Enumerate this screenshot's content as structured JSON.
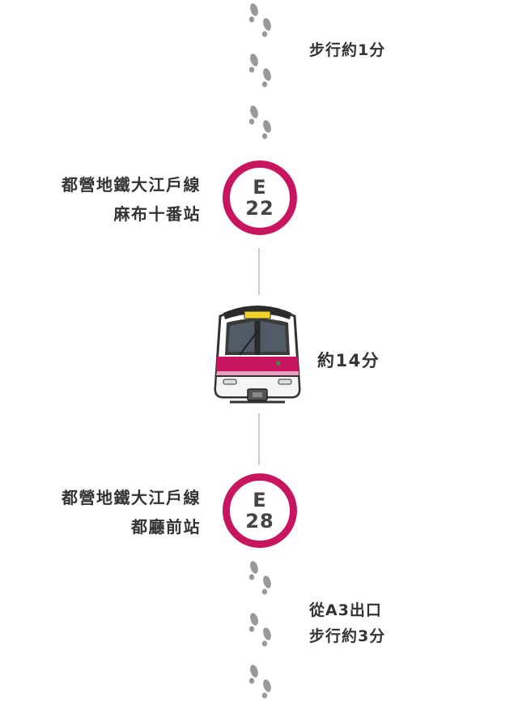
{
  "walk_before": {
    "label": "步行約1分"
  },
  "station_from": {
    "line": "都營地鐵大江戶線",
    "name": "麻布十番站",
    "code_letter": "E",
    "code_number": "22"
  },
  "ride": {
    "label": "約14分"
  },
  "station_to": {
    "line": "都營地鐵大江戶線",
    "name": "都廳前站",
    "code_letter": "E",
    "code_number": "28"
  },
  "walk_after": {
    "exit": "從A3出口",
    "label": "步行約3分"
  },
  "colors": {
    "accent": "#c8155f",
    "text": "#333333",
    "footprint": "#999999",
    "connector": "#cccccc"
  },
  "icons": {
    "footsteps": "footsteps-icon",
    "train": "train-icon"
  }
}
